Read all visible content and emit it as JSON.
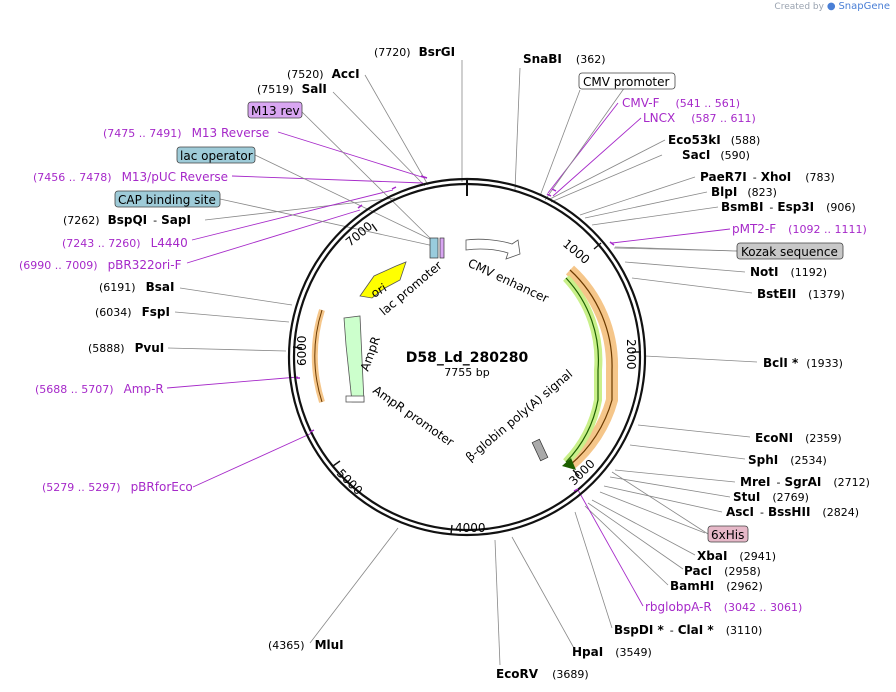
{
  "brand": {
    "prefix": "Created by",
    "name": "SnapGene"
  },
  "plasmid": {
    "name": "D58_Ld_280280",
    "size": "7755 bp"
  },
  "position_ticks": [
    "1000",
    "2000",
    "3000",
    "4000",
    "5000",
    "6000",
    "7000"
  ],
  "enzymes": [
    {
      "name": "BsrGI",
      "pos": "(7720)"
    },
    {
      "name": "SnaBI",
      "pos": "(362)"
    },
    {
      "name": "AccI",
      "pos": "(7520)"
    },
    {
      "name": "SalI",
      "pos": "(7519)"
    },
    {
      "name": "Eco53kI",
      "pos": "(588)"
    },
    {
      "name": "SacI",
      "pos": "(590)"
    },
    {
      "name": "PaeR7I",
      "sep": "-",
      "name2": "XhoI",
      "pos": "(783)"
    },
    {
      "name": "BlpI",
      "pos": "(823)"
    },
    {
      "name": "BsmBI",
      "sep": "-",
      "name2": "Esp3I",
      "pos": "(906)"
    },
    {
      "name": "BspQI",
      "sep": "-",
      "name2": "SapI",
      "pos": "(7262)"
    },
    {
      "name": "NotI",
      "pos": "(1192)"
    },
    {
      "name": "BstEII",
      "pos": "(1379)"
    },
    {
      "name": "BsaI",
      "pos": "(6191)"
    },
    {
      "name": "FspI",
      "pos": "(6034)"
    },
    {
      "name": "PvuI",
      "pos": "(5888)"
    },
    {
      "name": "BclI *",
      "pos": "(1933)"
    },
    {
      "name": "EcoNI",
      "pos": "(2359)"
    },
    {
      "name": "SphI",
      "pos": "(2534)"
    },
    {
      "name": "MreI",
      "sep": "-",
      "name2": "SgrAI",
      "pos": "(2712)"
    },
    {
      "name": "StuI",
      "pos": "(2769)"
    },
    {
      "name": "AscI",
      "sep": "-",
      "name2": "BssHII",
      "pos": "(2824)"
    },
    {
      "name": "XbaI",
      "pos": "(2941)"
    },
    {
      "name": "PacI",
      "pos": "(2958)"
    },
    {
      "name": "BamHI",
      "pos": "(2962)"
    },
    {
      "name": "BspDI *",
      "sep": "-",
      "name2": "ClaI *",
      "pos": "(3110)"
    },
    {
      "name": "HpaI",
      "pos": "(3549)"
    },
    {
      "name": "EcoRV",
      "pos": "(3689)"
    },
    {
      "name": "MluI",
      "pos": "(4365)"
    }
  ],
  "primers": [
    {
      "name": "M13 Reverse",
      "range": "(7475 .. 7491)"
    },
    {
      "name": "M13/pUC Reverse",
      "range": "(7456 .. 7478)"
    },
    {
      "name": "L4440",
      "range": "(7243 .. 7260)"
    },
    {
      "name": "pBR322ori-F",
      "range": "(6990 .. 7009)"
    },
    {
      "name": "Amp-R",
      "range": "(5688 .. 5707)"
    },
    {
      "name": "pBRforEco",
      "range": "(5279 .. 5297)"
    },
    {
      "name": "CMV-F",
      "range": "(541 .. 561)"
    },
    {
      "name": "LNCX",
      "range": "(587 .. 611)"
    },
    {
      "name": "pMT2-F",
      "range": "(1092 .. 1111)"
    },
    {
      "name": "rbglobpA-R",
      "range": "(3042 .. 3061)"
    }
  ],
  "boxed_features": {
    "m13_rev": "M13 rev",
    "lac_operator": "lac operator",
    "cap_site": "CAP binding site",
    "cmv_promoter": "CMV promoter",
    "kozak": "Kozak sequence",
    "his_tag": "6xHis"
  },
  "features": {
    "ori": "ori",
    "lac_promoter": "lac promoter",
    "cmv_enhancer": "CMV enhancer",
    "ampr": "AmpR",
    "ampr_promoter": "AmpR promoter",
    "globin_signal": "β-globin poly(A) signal"
  },
  "colors": {
    "primer": "#a629c9",
    "m13_box": "#d9a6f2",
    "lac_box": "#9ecbd8",
    "kozak_box": "#c8c8c8",
    "his_box": "#e6b8c8",
    "ori": "#ffff00",
    "ampr": "#ccffcc",
    "orf_orange": "#f5c68a",
    "orf_green": "#c9f08a"
  }
}
